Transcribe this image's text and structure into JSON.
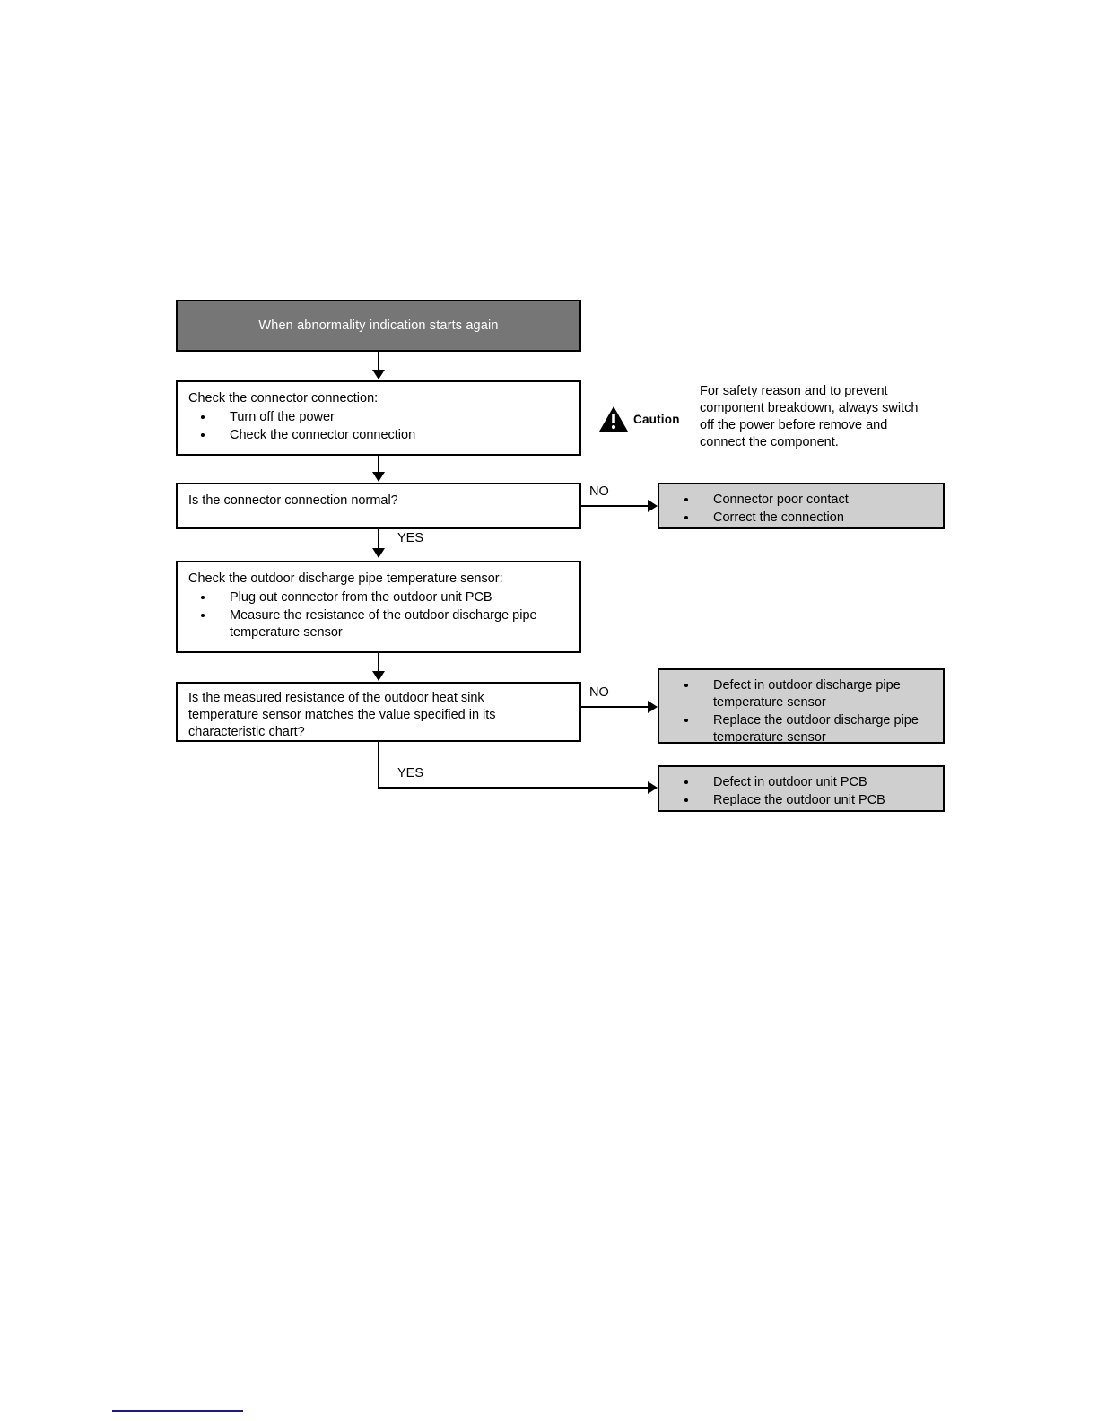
{
  "diagram": {
    "title": "When abnormality indication starts again",
    "nodes": {
      "header": {
        "label": "When abnormality indication starts again"
      },
      "check_connector": {
        "lead": "Check the connector connection:",
        "bullets": [
          "Turn off the power",
          "Check the connector connection"
        ]
      },
      "decision_connector": {
        "question": "Is the connector connection normal?"
      },
      "result_connector_no": {
        "bullets": [
          "Connector poor contact",
          "Correct the connection"
        ]
      },
      "check_sensor": {
        "lead": "Check the outdoor discharge pipe temperature sensor:",
        "bullets": [
          "Plug out connector from the outdoor unit PCB",
          "Measure the resistance of the outdoor discharge pipe temperature sensor"
        ]
      },
      "decision_resistance": {
        "line1": "Is the measured resistance of the outdoor heat sink",
        "line2": "temperature sensor matches the value specified in its",
        "line3": "characteristic chart?"
      },
      "result_sensor_no": {
        "bullets": [
          "Defect in outdoor discharge pipe temperature sensor",
          "Replace the outdoor discharge pipe temperature sensor"
        ]
      },
      "result_pcb_yes": {
        "bullets": [
          "Defect in outdoor unit PCB",
          "Replace the outdoor unit PCB"
        ]
      }
    },
    "edge_labels": {
      "no_1": "NO",
      "yes_1": "YES",
      "no_2": "NO",
      "yes_2": "YES"
    },
    "caution": {
      "word": "Caution",
      "line1": "For safety reason and to prevent",
      "line2": "component breakdown, always switch",
      "line3": "off the power before remove and",
      "line4": "connect the component."
    },
    "colors": {
      "header_fill": "#767676",
      "result_fill": "#cfcfcf",
      "stroke": "#000000",
      "header_text": "#ffffff",
      "footer_rule": "#1a1a8c"
    }
  }
}
